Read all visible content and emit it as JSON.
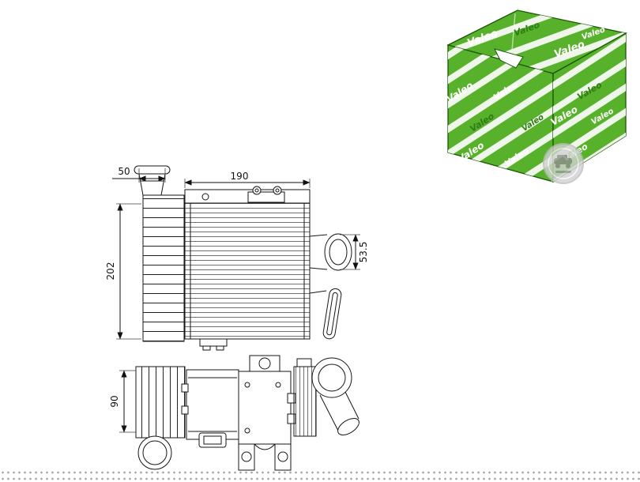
{
  "image": {
    "background": "#ffffff"
  },
  "product": {
    "brand": "Valeo",
    "box": {
      "green": "#58b12b",
      "stripe": "#ffffff",
      "edge": "#1c5708"
    }
  },
  "diagram": {
    "front_view": {
      "pipe_width": "50",
      "core_width": "190",
      "height": "202",
      "outlet_height": "53.5"
    },
    "bottom_view": {
      "depth": "90"
    }
  }
}
